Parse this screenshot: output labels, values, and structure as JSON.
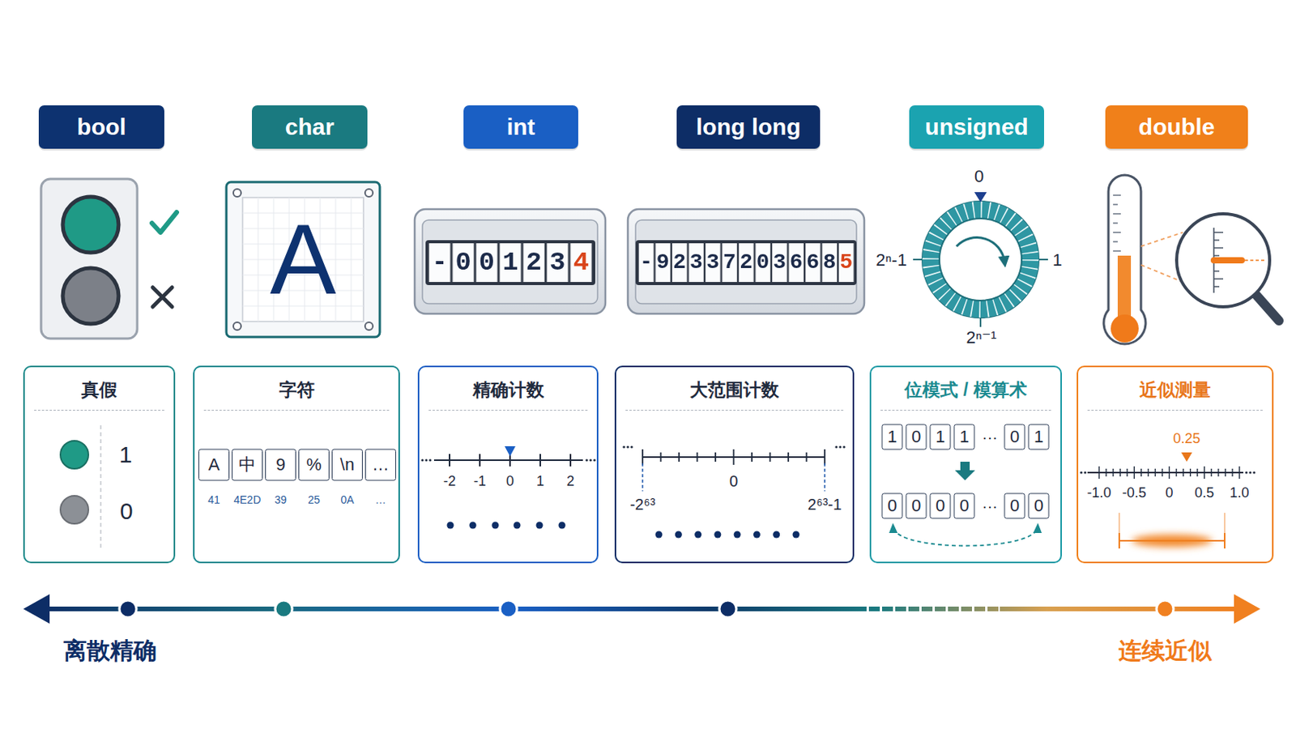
{
  "diagram": {
    "nodes": [
      {
        "text": [
          "bool"
        ]
      },
      {
        "text": [
          "char"
        ]
      },
      {
        "text": [
          "int"
        ]
      },
      {
        "text": [
          "long long"
        ]
      },
      {
        "text": [
          "unsigned"
        ]
      },
      {
        "text": [
          "double"
        ]
      },
      {
        "text": [
          "A"
        ]
      },
      {
        "text": [
          "-001234"
        ]
      },
      {
        "text": [
          "-923372036685"
        ]
      },
      {
        "text": [
          "真假"
        ]
      },
      {
        "text": [
          "字符"
        ]
      },
      {
        "text": [
          "精确计数"
        ]
      },
      {
        "text": [
          "大范围计数"
        ]
      },
      {
        "text": [
          "位模式 / 模算术"
        ]
      },
      {
        "text": [
          "近似测量"
        ]
      }
    ],
    "labels": [
      "0",
      "1",
      "2ⁿ-1",
      "2ⁿ⁻¹",
      "1",
      "0",
      "A",
      "中",
      "9",
      "%",
      "\\n",
      "…",
      "41",
      "4E2D",
      "39",
      "25",
      "0A",
      "…",
      "-2",
      "-1",
      "0",
      "1",
      "2",
      "0",
      "-2⁶³",
      "2⁶³-1",
      "1",
      "0",
      "1",
      "1",
      "···",
      "0",
      "1",
      "0",
      "0",
      "0",
      "0",
      "···",
      "0",
      "0",
      "0.25",
      "-1.0",
      "-0.5",
      "0",
      "0.5",
      "1.0",
      "离散精确",
      "连续近似"
    ]
  }
}
